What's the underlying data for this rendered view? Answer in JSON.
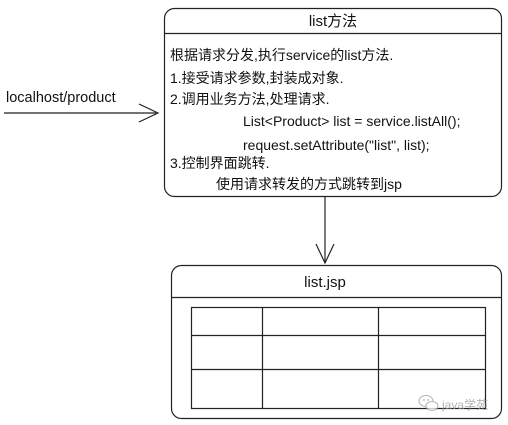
{
  "left_label": "localhost/product",
  "top_box": {
    "title": "list方法",
    "lines": [
      "根据请求分发,执行service的list方法.",
      "1.接受请求参数,封装成对象.",
      "2.调用业务方法,处理请求.",
      "List<Product> list = service.listAll();",
      "request.setAttribute(\"list\", list);",
      "3.控制界面跳转.",
      "使用请求转发的方式跳转到jsp"
    ]
  },
  "bottom_box": {
    "title": "list.jsp",
    "table": {
      "rows": 3,
      "cols": 3
    }
  },
  "watermark": {
    "text": "java学苑",
    "icon": "wechat-icon"
  }
}
